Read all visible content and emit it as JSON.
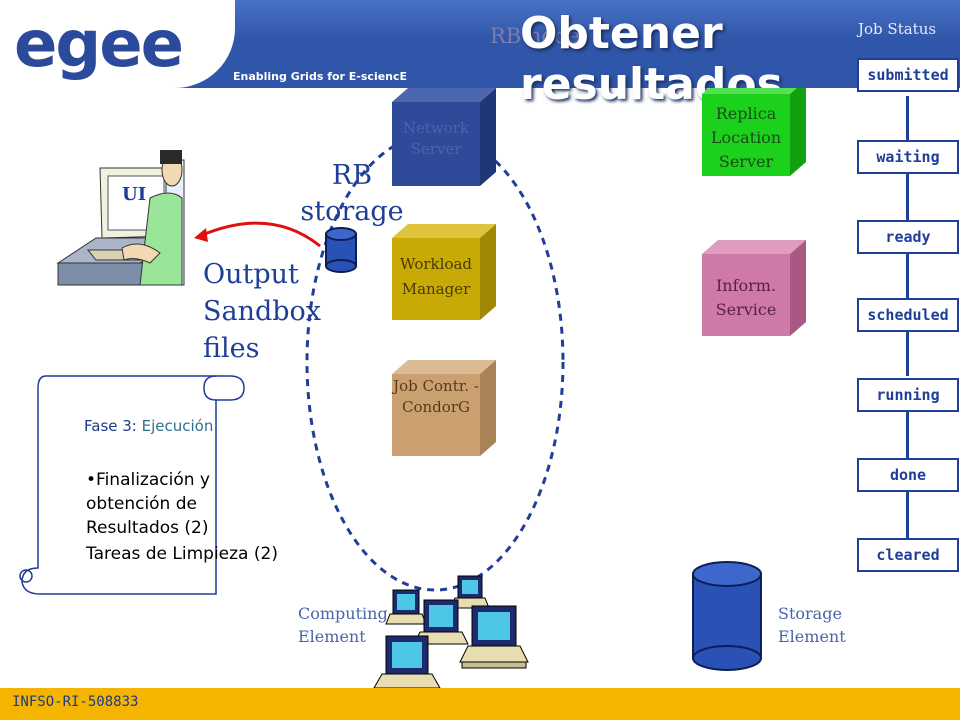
{
  "header": {
    "logo_text": "egee",
    "tagline": "Enabling Grids for E-sciencE",
    "title": "Obtener resultados",
    "rb_node_label": "RB node",
    "job_status_label": "Job Status"
  },
  "components": {
    "ui_label": "UI",
    "rb_storage": "RB storage",
    "network_server": "Network Server",
    "workload_manager": "Workload Manager",
    "job_controller": "Job Contr. - CondorG",
    "replica_location": "Replica Location Server",
    "inform_service": "Inform. Service",
    "computing_element": "Computing Element",
    "storage_element": "Storage Element",
    "output_sandbox": [
      "Output",
      "Sandbox",
      "files"
    ]
  },
  "job_states": [
    "submitted",
    "waiting",
    "ready",
    "scheduled",
    "running",
    "done",
    "cleared"
  ],
  "note": {
    "phase_prefix": "Fase 3: ",
    "phase_name": "Ejecución",
    "bullets": [
      "•Finalización y",
      "obtención de",
      "Resultados (2)",
      "Tareas de Limpieza (2)"
    ]
  },
  "footer": {
    "code": "INFSO-RI-508833"
  },
  "colors": {
    "header_blue": "#2f56a8",
    "footer_gold": "#f5b400",
    "network_server": "#2e4a99",
    "workload_manager": "#c8aa06",
    "job_controller": "#caa070",
    "replica_location": "#1bd11b",
    "inform_service": "#cf7aa6",
    "storage_blue": "#2a52b6"
  }
}
